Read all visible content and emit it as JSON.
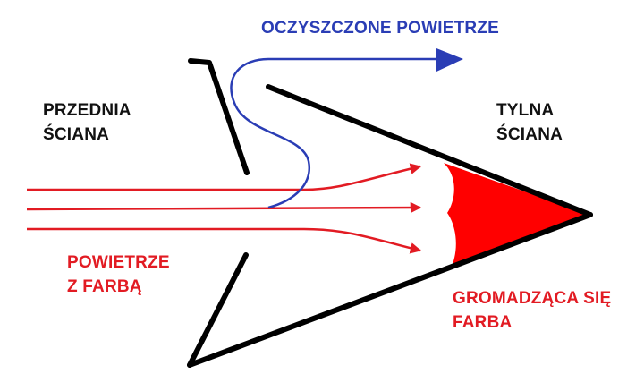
{
  "labels": {
    "clean_air": "OCZYSZCZONE POWIETRZE",
    "front_wall_line1": "PRZEDNIA",
    "front_wall_line2": "ŚCIANA",
    "back_wall_line1": "TYLNA",
    "back_wall_line2": "ŚCIANA",
    "paint_air_line1": "POWIETRZE",
    "paint_air_line2": "Z FARBĄ",
    "accumulating_line1": "GROMADZĄCA SIĘ",
    "accumulating_line2": "FARBA"
  },
  "colors": {
    "wall": "#000000",
    "clean_air": "#2a3db5",
    "paint_air": "#e21b23",
    "paint": "#ff0000",
    "label_dark": "#111111",
    "label_red": "#e21b23",
    "label_blue": "#2a3db5"
  }
}
